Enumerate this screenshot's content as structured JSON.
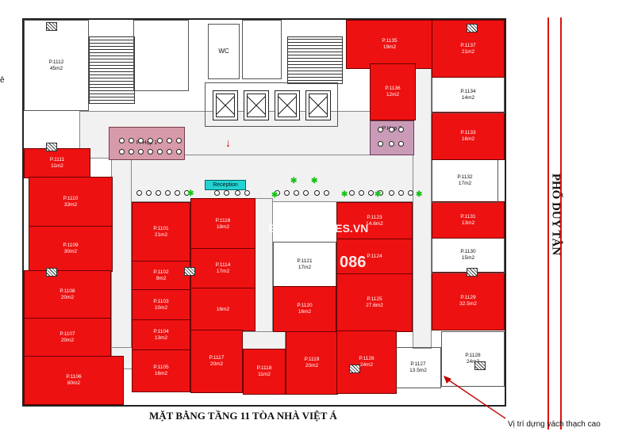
{
  "title": "MẶT BẰNG TẦNG 11 TÒA NHÀ VIỆT Á",
  "street_name": "PHỐ DUY TÂN",
  "annotation": "Vị trí dựng vách thạch cao",
  "watermark": {
    "brand": "EKTRA HOMES.VN",
    "phone": "086"
  },
  "left_edge_text": "ê",
  "labels": {
    "wc": "WC",
    "reception": "Reception",
    "meeting1": "P. Họp 1",
    "meeting2": "P.Họp 2"
  },
  "rooms": [
    {
      "id": "P.1112",
      "area": "45m2",
      "style": "white"
    },
    {
      "id": "P.1111",
      "area": "11m2",
      "style": "red"
    },
    {
      "id": "P.1110",
      "area": "33m2",
      "style": "red"
    },
    {
      "id": "P.1109",
      "area": "30m2",
      "style": "red"
    },
    {
      "id": "P.1108",
      "area": "20m2",
      "style": "red"
    },
    {
      "id": "P.1107",
      "area": "20m2",
      "style": "red"
    },
    {
      "id": "P.1106",
      "area": "80m2",
      "style": "red"
    },
    {
      "id": "P.1101",
      "area": "21m2",
      "style": "red"
    },
    {
      "id": "P.1102",
      "area": "9m2",
      "style": "red"
    },
    {
      "id": "P.1103",
      "area": "10m2",
      "style": "red"
    },
    {
      "id": "P.1104",
      "area": "13m2",
      "style": "red"
    },
    {
      "id": "P.1105",
      "area": "16m2",
      "style": "red"
    },
    {
      "id": "P.1116",
      "area": "18m2",
      "style": "red"
    },
    {
      "id": "P.1114",
      "area": "17m2",
      "style": "red"
    },
    {
      "id": "",
      "area": "16m2",
      "style": "red"
    },
    {
      "id": "P.1117",
      "area": "20m2",
      "style": "red"
    },
    {
      "id": "P.1118",
      "area": "11m2",
      "style": "red"
    },
    {
      "id": "P.1119",
      "area": "20m2",
      "style": "red"
    },
    {
      "id": "P.1121",
      "area": "17m2",
      "style": "white"
    },
    {
      "id": "P.1120",
      "area": "16m2",
      "style": "red"
    },
    {
      "id": "P.1123",
      "area": "14.6m2",
      "style": "red"
    },
    {
      "id": "P.1124",
      "area": "",
      "style": "red"
    },
    {
      "id": "P.1125",
      "area": "27.6m2",
      "style": "red"
    },
    {
      "id": "P.1126",
      "area": "24m2",
      "style": "red"
    },
    {
      "id": "P.1127",
      "area": "13.5m2",
      "style": "white"
    },
    {
      "id": "P.1128",
      "area": "24m2",
      "style": "white"
    },
    {
      "id": "P.1129",
      "area": "32.5m2",
      "style": "red"
    },
    {
      "id": "P.1130",
      "area": "15m2",
      "style": "white"
    },
    {
      "id": "P.1131",
      "area": "13m2",
      "style": "red"
    },
    {
      "id": "P.1132",
      "area": "17m2",
      "style": "white"
    },
    {
      "id": "P.1133",
      "area": "16m2",
      "style": "red"
    },
    {
      "id": "P.1134",
      "area": "14m2",
      "style": "white"
    },
    {
      "id": "P.1135",
      "area": "19m2",
      "style": "red"
    },
    {
      "id": "P.1136",
      "area": "12m2",
      "style": "red"
    },
    {
      "id": "P.1137",
      "area": "21m2",
      "style": "red"
    }
  ],
  "colors": {
    "rented": "#ee1111",
    "meeting1": "#d79aa8",
    "meeting2": "#c99bb7",
    "reception": "#22d3d3",
    "plant": "#19c219"
  }
}
